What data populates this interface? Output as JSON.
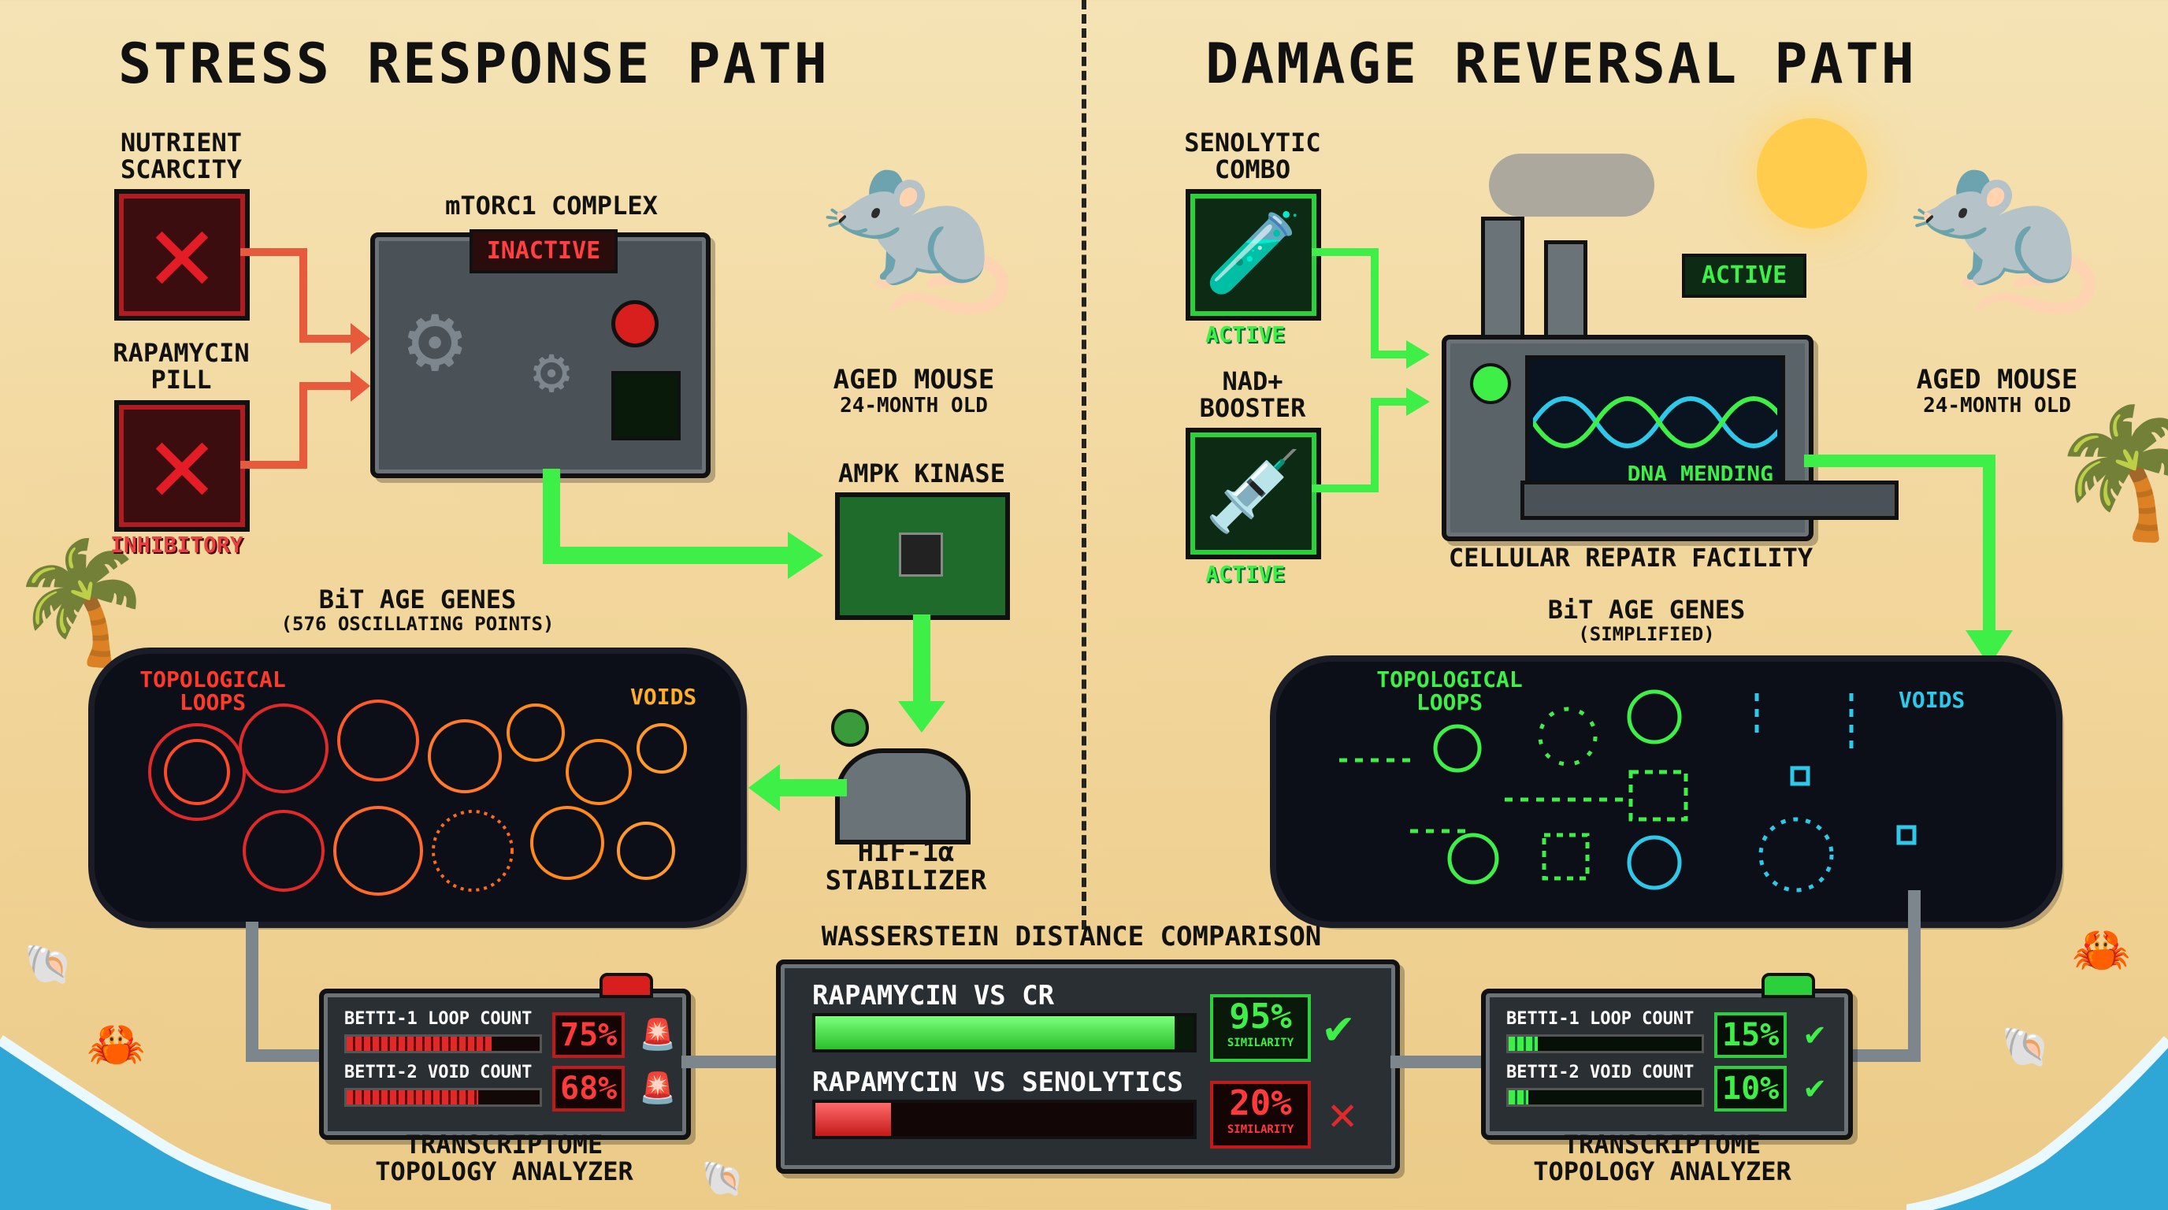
{
  "left": {
    "title": "STRESS RESPONSE PATH",
    "nutrient": "NUTRIENT\nSCARCITY",
    "rapamycin": "RAPAMYCIN\nPILL",
    "inhibitory": "INHIBITORY",
    "mtorc": "mTORC1 COMPLEX",
    "inactive": "INACTIVE",
    "mouse": "AGED MOUSE",
    "mouse_age": "24-MONTH OLD",
    "ampk": "AMPK KINASE",
    "genes": "BiT AGE GENES",
    "genes_sub": "(576 OSCILLATING POINTS)",
    "loops": "TOPOLOGICAL\nLOOPS",
    "voids": "VOIDS",
    "hif": "HIF-1α\nSTABILIZER",
    "analyzer": {
      "betti1": "BETTI-1 LOOP COUNT",
      "betti1_val": "75%",
      "betti1_frac": 0.75,
      "betti2": "BETTI-2 VOID COUNT",
      "betti2_val": "68%",
      "betti2_frac": 0.68,
      "label": "TRANSCRIPTOME\nTOPOLOGY ANALYZER"
    }
  },
  "right": {
    "title": "DAMAGE REVERSAL PATH",
    "senolytic": "SENOLYTIC\nCOMBO",
    "active1": "ACTIVE",
    "nad": "NAD+\nBOOSTER",
    "active2": "ACTIVE",
    "factory_active": "ACTIVE",
    "dna": "DNA MENDING",
    "facility": "CELLULAR REPAIR FACILITY",
    "mouse": "AGED MOUSE",
    "mouse_age": "24-MONTH OLD",
    "genes": "BiT AGE GENES",
    "genes_sub": "(SIMPLIFIED)",
    "loops": "TOPOLOGICAL\nLOOPS",
    "voids": "VOIDS",
    "analyzer": {
      "betti1": "BETTI-1 LOOP COUNT",
      "betti1_val": "15%",
      "betti1_frac": 0.15,
      "betti2": "BETTI-2 VOID COUNT",
      "betti2_val": "10%",
      "betti2_frac": 0.1,
      "label": "TRANSCRIPTOME\nTOPOLOGY ANALYZER"
    }
  },
  "comparison": {
    "title": "WASSERSTEIN DISTANCE COMPARISON",
    "row1": "RAPAMYCIN VS CR",
    "row1_val": "95%",
    "row1_frac": 0.95,
    "row2": "RAPAMYCIN VS SENOLYTICS",
    "row2_val": "20%",
    "row2_frac": 0.2,
    "sim": "SIMILARITY"
  },
  "colors": {
    "green": "#3eef48",
    "red": "#e02a2a",
    "orange": "#ff8a1a",
    "cyan": "#2ec8e8"
  }
}
